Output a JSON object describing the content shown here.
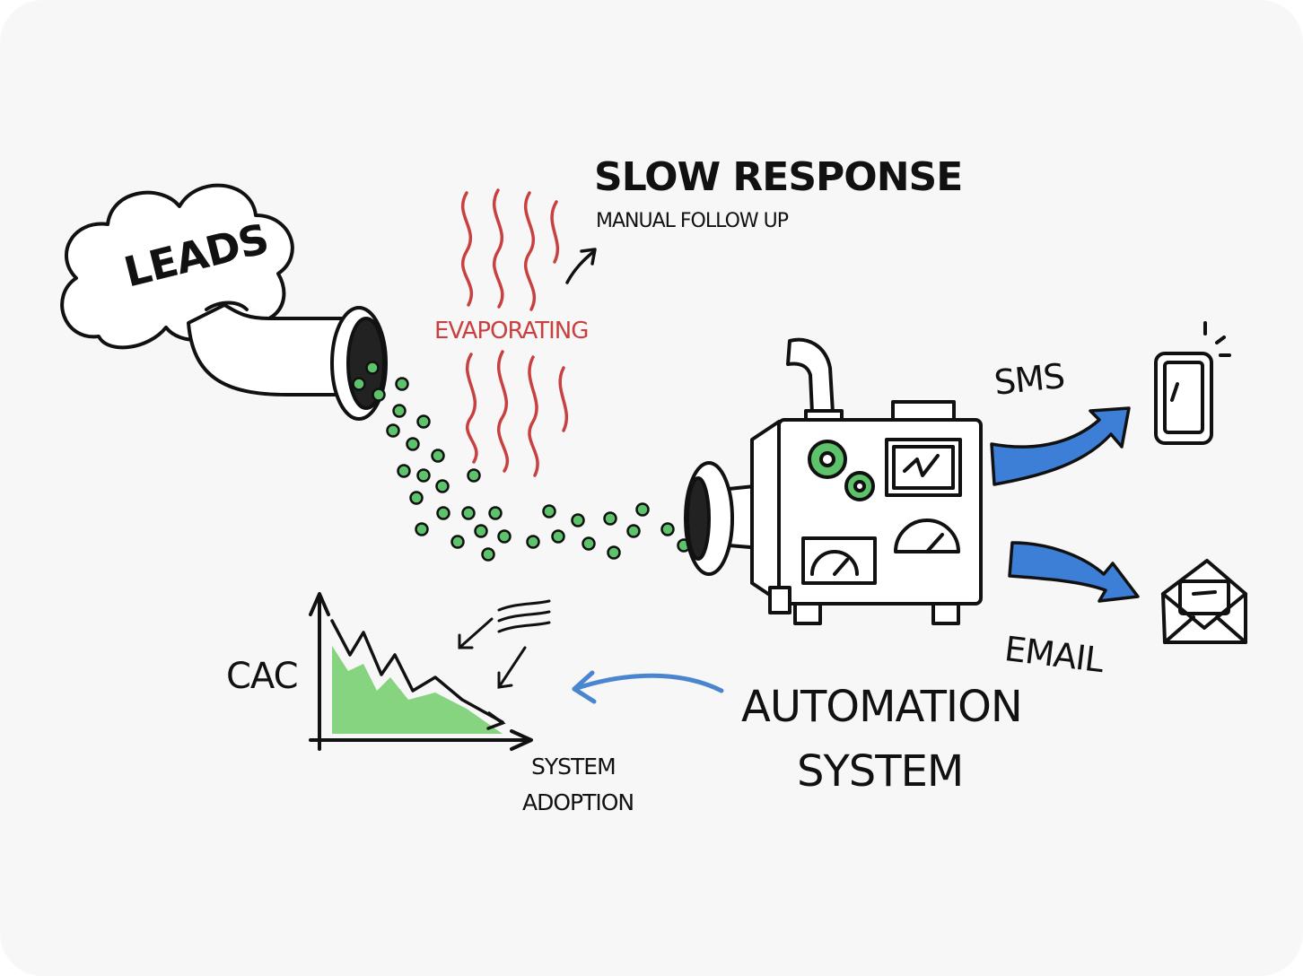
{
  "labels": {
    "leads": "LEADS",
    "slow_response_title": "SLOW RESPONSE",
    "slow_response_subtitle": "MANUAL FOLLOW UP",
    "evaporating": "EVAPORATING",
    "sms": "SMS",
    "email": "EMAIL",
    "automation_line1": "AUTOMATION",
    "automation_line2": "SYSTEM",
    "chart_ylabel": "CAC",
    "chart_xlabel_line1": "SYSTEM",
    "chart_xlabel_line2": "ADOPTION"
  },
  "colors": {
    "ink": "#111111",
    "evaporating_red": "#c84040",
    "lead_green": "#5cc36a",
    "chart_green": "#86d47f",
    "arrow_blue": "#3d7fd6",
    "feedback_blue": "#4a86d0",
    "background": "#f7f7f7"
  },
  "icons": {
    "cloud": "cloud-icon",
    "pipe": "pipe-icon",
    "machine": "automation-machine-icon",
    "phone": "phone-icon",
    "envelope": "envelope-icon",
    "chart": "declining-area-chart-icon"
  }
}
